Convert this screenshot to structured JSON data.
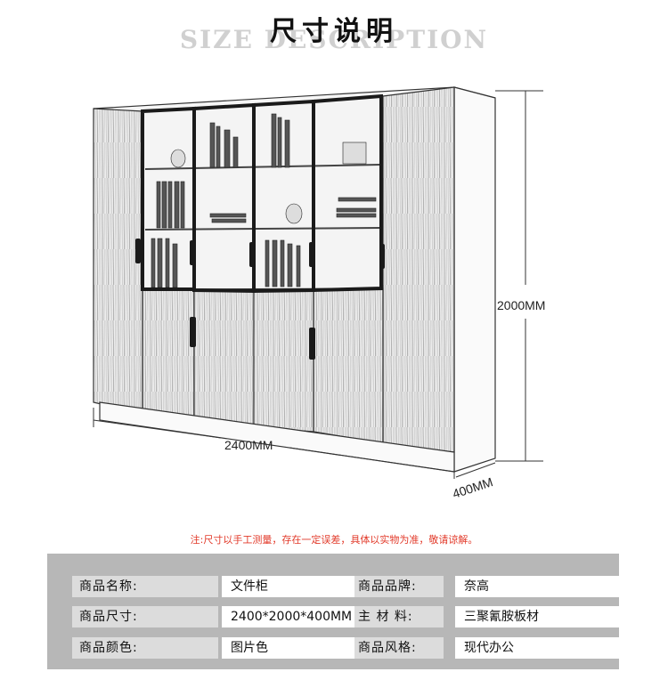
{
  "header": {
    "title_cn": "尺寸说明",
    "title_en": "SIZE DESCRIPTION"
  },
  "dimensions": {
    "height": "2000MM",
    "width": "2400MM",
    "depth": "400MM"
  },
  "note": "注:尺寸以手工测量，存在一定误差，具体以实物为准，敬请谅解。",
  "specs": [
    {
      "label_left": "商品名称:",
      "value_left": "文件柜",
      "label_right": "商品品牌:",
      "value_right": "奈高"
    },
    {
      "label_left": "商品尺寸:",
      "value_left": "2400*2000*400MM",
      "label_right": "主 材 料:",
      "value_right": "三聚氰胺板材"
    },
    {
      "label_left": "商品颜色:",
      "value_left": "图片色",
      "label_right": "商品风格:",
      "value_right": "现代办公"
    }
  ],
  "colors": {
    "wood": "#a9a9a9",
    "frame": "#222222",
    "note_red": "#e23a2a",
    "table_bg": "#b7b7b7",
    "label_bg": "#dcdcdc"
  }
}
